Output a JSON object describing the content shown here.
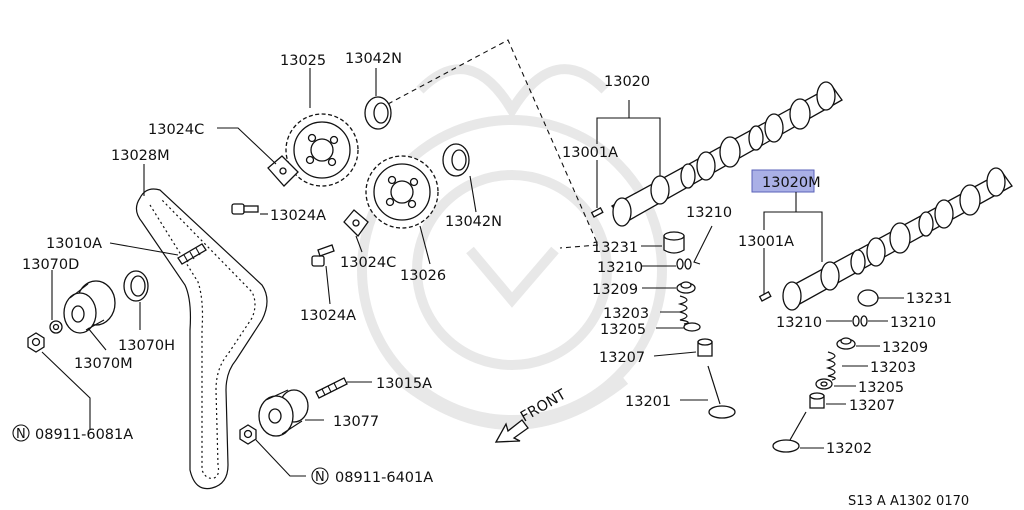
{
  "labels": {
    "p13025": "13025",
    "p13042n_top": "13042N",
    "p13024c_top": "13024C",
    "p13028m": "13028M",
    "p13024a_top": "13024A",
    "p13010a": "13010A",
    "p13070d": "13070D",
    "p13070h": "13070H",
    "p13070m": "13070M",
    "p13024c_mid": "13024C",
    "p13026": "13026",
    "p13042n_mid": "13042N",
    "p13024a_mid": "13024A",
    "p13015a": "13015A",
    "p13077": "13077",
    "n08911_6081a": "08911-6081A",
    "n08911_6401a": "08911-6401A",
    "n_symbol": "N",
    "front": "FRONT",
    "p13020_left": "13020",
    "p13001a_left": "13001A",
    "p13210_top": "13210",
    "p13231_left": "13231",
    "p13210_left": "13210",
    "p13209_left": "13209",
    "p13203_left": "13203",
    "p13205_left": "13205",
    "p13207_left": "13207",
    "p13201": "13201",
    "p13020m": "13020M",
    "p13001a_right": "13001A",
    "p13231_right": "13231",
    "p13210_r1": "13210",
    "p13210_r2": "13210",
    "p13209_right": "13209",
    "p13203_right": "13203",
    "p13205_right": "13205",
    "p13207_right": "13207",
    "p13202": "13202",
    "footer_code": "S13 A A1302 0170"
  },
  "highlight_color": "#aab0e6"
}
